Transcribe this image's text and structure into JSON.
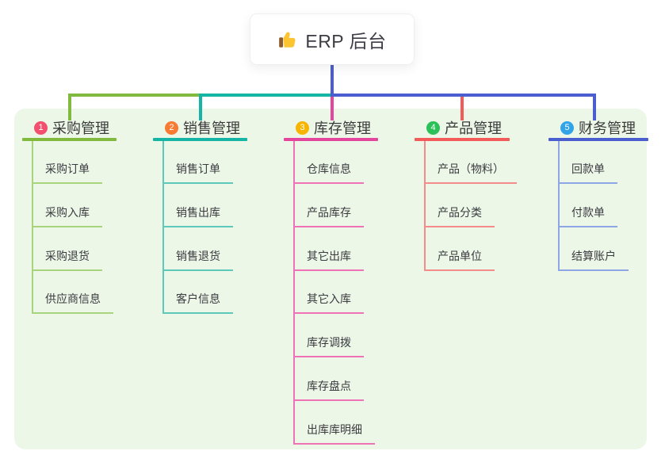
{
  "root": {
    "label": "ERP 后台",
    "icon": "thumbs-up"
  },
  "branches": [
    {
      "num": "1",
      "label": "采购管理",
      "children": [
        "采购订单",
        "采购入库",
        "采购退货",
        "供应商信息"
      ]
    },
    {
      "num": "2",
      "label": "销售管理",
      "children": [
        "销售订单",
        "销售出库",
        "销售退货",
        "客户信息"
      ]
    },
    {
      "num": "3",
      "label": "库存管理",
      "children": [
        "仓库信息",
        "产品库存",
        "其它出库",
        "其它入库",
        "库存调拨",
        "库存盘点",
        "出库库明细"
      ]
    },
    {
      "num": "4",
      "label": "产品管理",
      "children": [
        "产品（物料）",
        "产品分类",
        "产品单位"
      ]
    },
    {
      "num": "5",
      "label": "财务管理",
      "children": [
        "回款单",
        "付款单",
        "结算账户"
      ]
    }
  ],
  "colors": {
    "panel_bg": "#ecf7e8",
    "root_text": "#3c3c45",
    "title_text": "#3a3a3a",
    "child_text": "#3b3b40",
    "stem_blue": "#4a5ed0",
    "branch_styles": [
      {
        "badge": "#f2506e",
        "line": "#82ba3f",
        "line_light": "#a8d47d"
      },
      {
        "badge": "#f87a33",
        "line": "#14b5a5",
        "line_light": "#5ec9ba"
      },
      {
        "badge": "#f8b500",
        "line": "#e3469c",
        "line_light": "#ef72b6"
      },
      {
        "badge": "#2bc158",
        "line": "#f35b5b",
        "line_light": "#f58b8b"
      },
      {
        "badge": "#31a4e9",
        "line": "#4a5ed0",
        "line_light": "#8ea6e6"
      }
    ]
  }
}
